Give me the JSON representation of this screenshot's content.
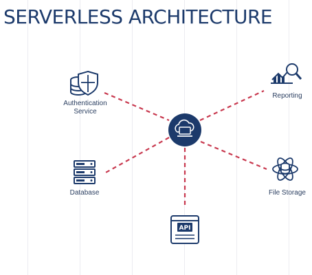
{
  "title": "SERVERLESS ARCHITECTURE",
  "colors": {
    "navy": "#1c3a6b",
    "connector": "#c8384e",
    "grid": "#ececf1"
  },
  "hub": {
    "icon": "cloud-laptop-icon"
  },
  "nodes": [
    {
      "id": "auth",
      "label_line1": "Authentication",
      "label_line2": "Service",
      "icon": "shield-database-icon"
    },
    {
      "id": "reporting",
      "label": "Reporting",
      "icon": "chart-magnifier-icon"
    },
    {
      "id": "database",
      "label": "Database",
      "icon": "server-rack-icon"
    },
    {
      "id": "file-storage",
      "label": "File Storage",
      "icon": "atom-database-icon"
    },
    {
      "id": "api",
      "label": "API",
      "icon_label": "API",
      "icon": "api-window-icon"
    }
  ]
}
